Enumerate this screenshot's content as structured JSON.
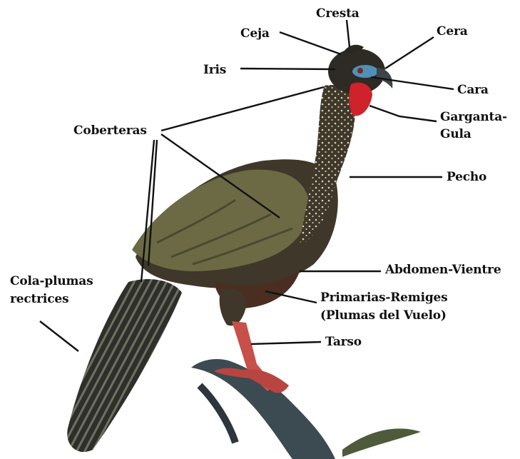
{
  "labels": {
    "cresta": "Cresta",
    "ceja": "Ceja",
    "cera": "Cera",
    "iris": "Iris",
    "cara": "Cara",
    "garganta_1": "Garganta-",
    "garganta_2": "Gula",
    "coberteras": "Coberteras",
    "pecho": "Pecho",
    "cola_1": "Cola-plumas",
    "cola_2": "rectrices",
    "abdomen": "Abdomen-Vientre",
    "primarias_1": "Primarias-Remiges",
    "primarias_2": "(Plumas del Vuelo)",
    "tarso": "Tarso"
  },
  "colors": {
    "leader_line": "#111111",
    "plumage": "#4a4236",
    "wing": "#6b6a45",
    "wattle": "#d0222a",
    "eye_skin": "#4f8fb8",
    "legs": "#c8504a",
    "branch": "#3c4a52"
  }
}
